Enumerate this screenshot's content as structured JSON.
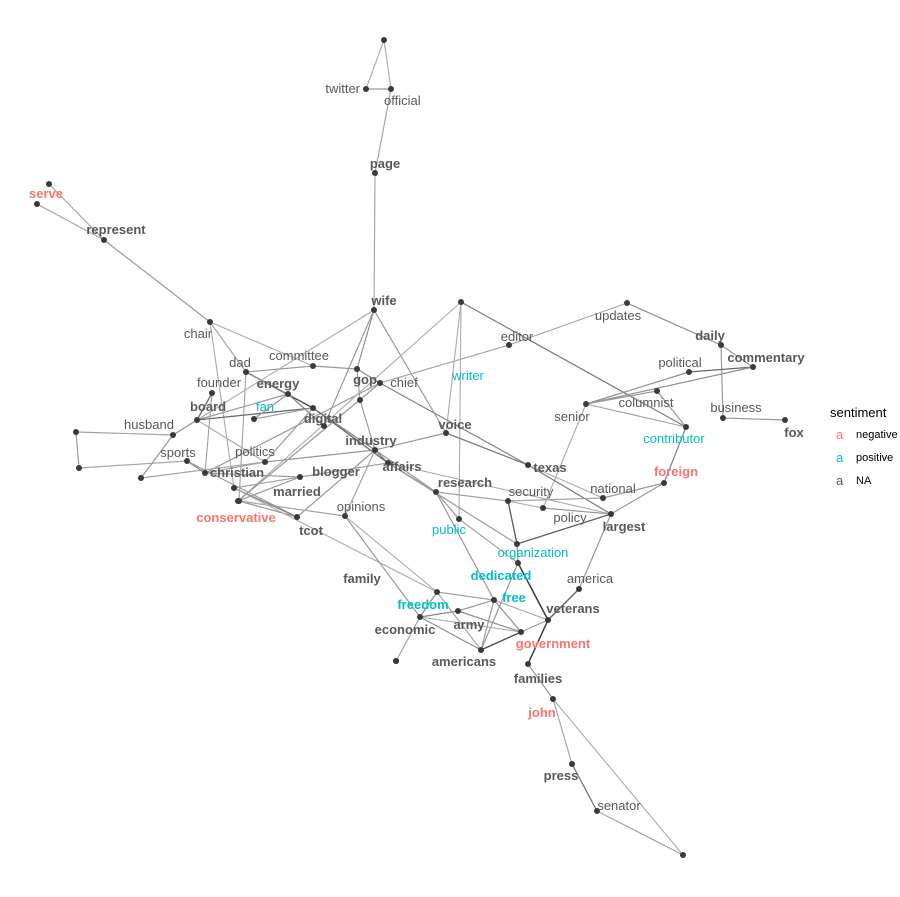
{
  "colors": {
    "negative": "#F8766D",
    "positive": "#00BFC4",
    "NA": "#595959",
    "background": "#ffffff"
  },
  "nodes": [
    {
      "id": "top",
      "label": ""
    },
    {
      "id": "twitter",
      "label": "twitter",
      "sentiment": "NA"
    },
    {
      "id": "official",
      "label": "official",
      "sentiment": "NA"
    },
    {
      "id": "page",
      "label": "page",
      "sentiment": "NA",
      "bold": true
    },
    {
      "id": "serve",
      "label": "serve",
      "sentiment": "negative",
      "bold": true
    },
    {
      "id": "serve2",
      "label": ""
    },
    {
      "id": "represent",
      "label": "represent",
      "sentiment": "NA",
      "bold": true
    },
    {
      "id": "wife",
      "label": "wife",
      "sentiment": "NA",
      "bold": true
    },
    {
      "id": "chair",
      "label": "chair",
      "sentiment": "NA"
    },
    {
      "id": "committee",
      "label": "committee",
      "sentiment": "NA"
    },
    {
      "id": "dad",
      "label": "dad",
      "sentiment": "NA"
    },
    {
      "id": "founder",
      "label": "founder",
      "sentiment": "NA"
    },
    {
      "id": "energy",
      "label": "energy",
      "sentiment": "NA",
      "bold": true
    },
    {
      "id": "board",
      "label": "board",
      "sentiment": "NA",
      "bold": true
    },
    {
      "id": "fan",
      "label": "fan",
      "sentiment": "positive"
    },
    {
      "id": "gop",
      "label": "gop",
      "sentiment": "NA",
      "bold": true
    },
    {
      "id": "chief",
      "label": "chief",
      "sentiment": "NA"
    },
    {
      "id": "digital",
      "label": "digital",
      "sentiment": "NA",
      "bold": true
    },
    {
      "id": "writer",
      "label": "writer",
      "sentiment": "positive"
    },
    {
      "id": "editor",
      "label": "editor",
      "sentiment": "NA"
    },
    {
      "id": "updates",
      "label": "updates",
      "sentiment": "NA"
    },
    {
      "id": "daily",
      "label": "daily",
      "sentiment": "NA",
      "bold": true
    },
    {
      "id": "commentary",
      "label": "commentary",
      "sentiment": "NA",
      "bold": true
    },
    {
      "id": "political",
      "label": "political",
      "sentiment": "NA"
    },
    {
      "id": "columnist",
      "label": "columnist",
      "sentiment": "NA"
    },
    {
      "id": "business",
      "label": "business",
      "sentiment": "NA"
    },
    {
      "id": "fox",
      "label": "fox",
      "sentiment": "NA",
      "bold": true
    },
    {
      "id": "contributor",
      "label": "contributor",
      "sentiment": "positive"
    },
    {
      "id": "senior",
      "label": "senior",
      "sentiment": "NA"
    },
    {
      "id": "husband",
      "label": "husband",
      "sentiment": "NA"
    },
    {
      "id": "sports",
      "label": "sports",
      "sentiment": "NA"
    },
    {
      "id": "politics",
      "label": "politics",
      "sentiment": "NA"
    },
    {
      "id": "christian",
      "label": "christian",
      "sentiment": "NA",
      "bold": true
    },
    {
      "id": "industry",
      "label": "industry",
      "sentiment": "NA",
      "bold": true
    },
    {
      "id": "voice",
      "label": "voice",
      "sentiment": "NA",
      "bold": true
    },
    {
      "id": "blogger",
      "label": "blogger",
      "sentiment": "NA",
      "bold": true
    },
    {
      "id": "affairs",
      "label": "affairs",
      "sentiment": "NA",
      "bold": true
    },
    {
      "id": "texas",
      "label": "texas",
      "sentiment": "NA",
      "bold": true
    },
    {
      "id": "foreign",
      "label": "foreign",
      "sentiment": "negative",
      "bold": true
    },
    {
      "id": "married",
      "label": "married",
      "sentiment": "NA",
      "bold": true
    },
    {
      "id": "research",
      "label": "research",
      "sentiment": "NA",
      "bold": true
    },
    {
      "id": "security",
      "label": "security",
      "sentiment": "NA"
    },
    {
      "id": "national",
      "label": "national",
      "sentiment": "NA"
    },
    {
      "id": "conservative",
      "label": "conservative",
      "sentiment": "negative",
      "bold": true
    },
    {
      "id": "opinions",
      "label": "opinions",
      "sentiment": "NA"
    },
    {
      "id": "policy",
      "label": "policy",
      "sentiment": "NA"
    },
    {
      "id": "largest",
      "label": "largest",
      "sentiment": "NA",
      "bold": true
    },
    {
      "id": "tcot",
      "label": "tcot",
      "sentiment": "NA",
      "bold": true
    },
    {
      "id": "public",
      "label": "public",
      "sentiment": "positive"
    },
    {
      "id": "organization",
      "label": "organization",
      "sentiment": "positive"
    },
    {
      "id": "family",
      "label": "family",
      "sentiment": "NA",
      "bold": true
    },
    {
      "id": "dedicated",
      "label": "dedicated",
      "sentiment": "positive",
      "bold": true
    },
    {
      "id": "america",
      "label": "america",
      "sentiment": "NA"
    },
    {
      "id": "freedom",
      "label": "freedom",
      "sentiment": "positive",
      "bold": true
    },
    {
      "id": "free",
      "label": "free",
      "sentiment": "positive",
      "bold": true
    },
    {
      "id": "veterans",
      "label": "veterans",
      "sentiment": "NA",
      "bold": true
    },
    {
      "id": "economic",
      "label": "economic",
      "sentiment": "NA",
      "bold": true
    },
    {
      "id": "army",
      "label": "army",
      "sentiment": "NA",
      "bold": true
    },
    {
      "id": "government",
      "label": "government",
      "sentiment": "negative",
      "bold": true
    },
    {
      "id": "americans",
      "label": "americans",
      "sentiment": "NA",
      "bold": true
    },
    {
      "id": "families",
      "label": "families",
      "sentiment": "NA",
      "bold": true
    },
    {
      "id": "john",
      "label": "john",
      "sentiment": "negative",
      "bold": true
    },
    {
      "id": "press",
      "label": "press",
      "sentiment": "NA",
      "bold": true
    },
    {
      "id": "senator",
      "label": "senator",
      "sentiment": "NA"
    },
    {
      "id": "bottom",
      "label": ""
    },
    {
      "id": "left_a",
      "label": ""
    },
    {
      "id": "left_b",
      "label": ""
    },
    {
      "id": "left_c",
      "label": ""
    },
    {
      "id": "mid_a",
      "label": ""
    },
    {
      "id": "mid_b",
      "label": ""
    },
    {
      "id": "mid_c",
      "label": ""
    },
    {
      "id": "econ_end",
      "label": ""
    }
  ],
  "legend": {
    "title": "sentiment",
    "key_glyph": "a",
    "items": [
      {
        "key": "negative",
        "label": "negative"
      },
      {
        "key": "positive",
        "label": "positive"
      },
      {
        "key": "NA",
        "label": "NA"
      }
    ]
  }
}
